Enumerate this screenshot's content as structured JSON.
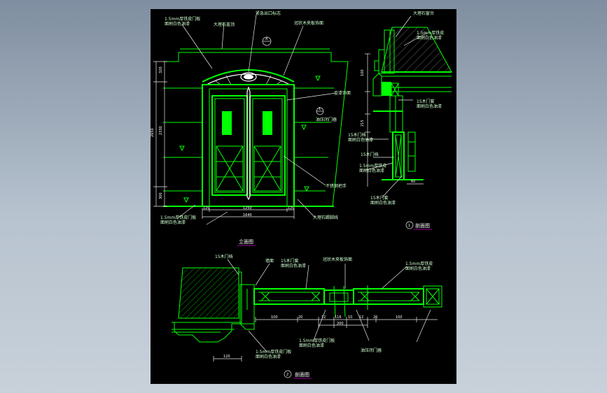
{
  "labels": {
    "exit_sign": "紧急出口标志",
    "top_stone": "大理石盖顶",
    "cladding_1": "1.5mm厚铁皮门板\n面刷白色油漆",
    "arch_wood": "冠状木夹板饰面",
    "lacquer": "金漆饰面",
    "anchor": "油压闭门器",
    "handle": "不锈钢把手",
    "base_stone": "大理石踢脚线",
    "cladding_2": "1.5mm厚铁皮门板\n面刷白色油漆",
    "section_top_1": "大理石窗台",
    "section_top_2": "1.5mm厚铁皮\n面刷白色油漆",
    "section_mid_1": "15木门套\n面刷白色油漆",
    "section_mid_2": "15木门档\n面刷白色油漆",
    "section_low_1": "15木门档",
    "section_low_2": "1.5mm厚铁皮\n面刷白色油漆",
    "section_low_3": "15木门套\n面刷白色油漆",
    "plan_1": "15木门档",
    "plan_2": "墙面",
    "plan_3": "15木门套\n面刷白色油漆",
    "plan_4": "冠状木夹板饰面",
    "plan_5": "1.5mm厚铁皮\n面刷白色油漆",
    "plan_6": "1.5mm厚铁皮门板\n面刷白色油漆",
    "plan_7": "1.5mm厚铁皮门板\n面刷白色油漆",
    "plan_8": "油压闭门器"
  },
  "dimensions": {
    "elev_total_h": "2650",
    "elev_h2": "2330",
    "elev_top": "320",
    "elev_bottom": "300",
    "elev_w1": "120",
    "elev_w2": "1250",
    "elev_w3": "120",
    "elev_total_w": "1640",
    "sec_top": "100",
    "sec_mid": "215",
    "sec_low": "60",
    "plan_a": "100",
    "plan_b": "20",
    "plan_c": "12",
    "plan_d": "116",
    "plan_e": "10",
    "plan_f": "200",
    "plan_g": "12",
    "plan_h": "20",
    "plan_i": "100",
    "plan_j": "120"
  },
  "titles": {
    "elevation": "立面图",
    "section_num": "1",
    "section": "剖面图",
    "plan_num": "2",
    "plan": "剖面图",
    "marker_a": "A",
    "marker_b": "1"
  }
}
